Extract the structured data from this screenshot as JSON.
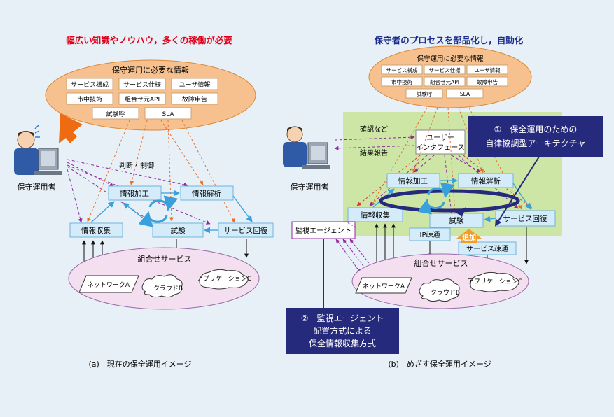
{
  "left": {
    "title": "幅広い知識やノウハウ，多くの稼働が必要",
    "info_title": "保守運用に必要な情報",
    "info_items": [
      "サービス構成",
      "サービス仕様",
      "ユーザ情報",
      "市中技術",
      "組合せ元API",
      "故障申告",
      "試験呼",
      "SLA"
    ],
    "operator": "保守運用者",
    "judge_label": "判断・制御",
    "boxes": {
      "kakou": "情報加工",
      "kaiseki": "情報解析",
      "shushu": "情報収集",
      "shiken": "試験",
      "kaifuku": "サービス回復"
    },
    "service_title": "組合せサービス",
    "network": "ネットワークA",
    "cloud": "クラウドB",
    "app": "アプリケーションC",
    "caption": "(a)　現在の保全運用イメージ"
  },
  "right": {
    "title": "保守者のプロセスを部品化し，自動化",
    "info_title": "保守運用に必要な情報",
    "info_items": [
      "サービス構成",
      "サービス仕様",
      "ユーザ情報",
      "市中技術",
      "組合せ元API",
      "故障申告",
      "試験呼",
      "SLA"
    ],
    "operator": "保守運用者",
    "confirm_label": "確認など",
    "report_label": "結果報告",
    "ui_box": [
      "ユーザー",
      "インタフェース"
    ],
    "boxes": {
      "kakou": "情報加工",
      "kaiseki": "情報解析",
      "shushu": "情報収集",
      "shiken": "試験",
      "kaifuku": "サービス回復",
      "ip": "IP疎通",
      "service_sotsu": "サービス疎通"
    },
    "agent": "監視エージェント",
    "add_label": "追加",
    "callout1": [
      "①　保全運用のための",
      "自律協調型アーキテクチャ"
    ],
    "callout2": [
      "②　監視エージェント",
      "配置方式による",
      "保全情報収集方式"
    ],
    "service_title": "組合せサービス",
    "network": "ネットワークA",
    "cloud": "クラウドB",
    "app": "アプリケーションC",
    "caption": "(b)　めざす保全運用イメージ"
  },
  "colors": {
    "bg": "#e7f0f7",
    "red_title": "#e0001a",
    "blue_title": "#1c2c8c",
    "ellipse_orange": "#f6c18e",
    "box_blue": "#d4ecfa",
    "green_panel": "#cde6a6",
    "pink": "#f4dff0",
    "navy": "#262a7c",
    "arrow_orange": "#ef6b12"
  }
}
